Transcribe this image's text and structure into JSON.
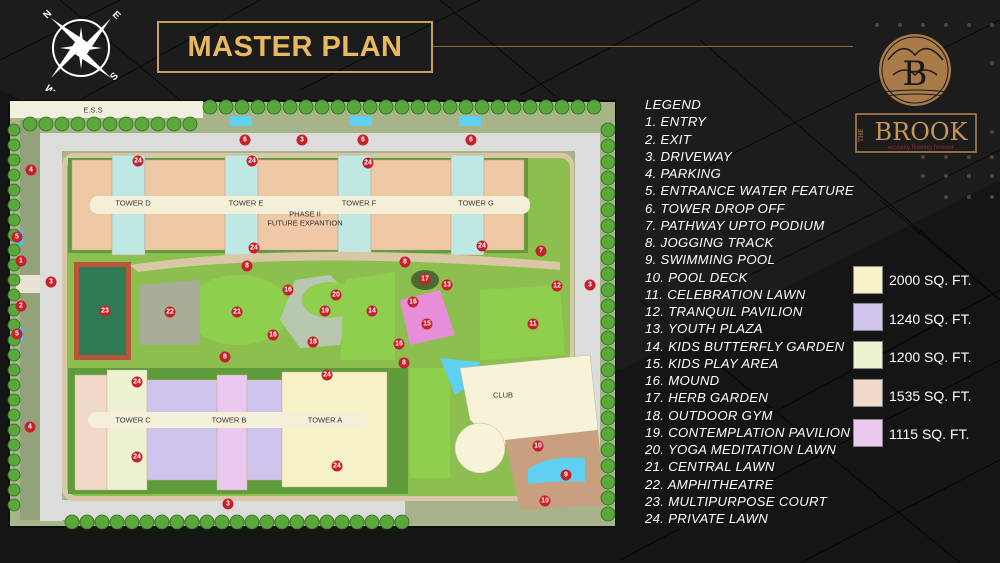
{
  "header": {
    "title": "MASTER PLAN"
  },
  "compass": {
    "n": "N",
    "e": "E",
    "s": "S",
    "w": "W"
  },
  "logo": {
    "prefix": "THE",
    "name": "BROOK",
    "tagline": "ecstasy flowing forever",
    "monogram": "B"
  },
  "plan": {
    "ess_label": "E.S.S",
    "towers": [
      "TOWER D",
      "TOWER E",
      "TOWER F",
      "TOWER G",
      "TOWER C",
      "TOWER B",
      "TOWER A"
    ],
    "phase_label": "PHASE II",
    "phase_sub": "FUTURE EXPANTION",
    "club_label": "CLUB",
    "markers": [
      "6",
      "3",
      "6",
      "6",
      "24",
      "24",
      "24",
      "4",
      "5",
      "1",
      "3",
      "2",
      "5",
      "24",
      "8",
      "23",
      "22",
      "21",
      "16",
      "16",
      "18",
      "8",
      "7",
      "24",
      "17",
      "13",
      "20",
      "19",
      "14",
      "16",
      "15",
      "11",
      "12",
      "3",
      "16",
      "8",
      "4",
      "24",
      "24",
      "24",
      "24",
      "8",
      "3",
      "10",
      "9",
      "10"
    ]
  },
  "legend": {
    "title": "LEGEND",
    "items": [
      "1. ENTRY",
      "2. EXIT",
      "3. DRIVEWAY",
      "4. PARKING",
      "5. ENTRANCE WATER FEATURE",
      "6. TOWER DROP OFF",
      "7. PATHWAY UPTO PODIUM",
      "8. JOGGING TRACK",
      "9. SWIMMING POOL",
      "10. POOL DECK",
      "11. CELEBRATION LAWN",
      "12. TRANQUIL PAVILION",
      "13. YOUTH PLAZA",
      "14. KIDS BUTTERFLY GARDEN",
      "15. KIDS PLAY AREA",
      "16. MOUND",
      "17. HERB GARDEN",
      "18. OUTDOOR GYM",
      "19. CONTEMPLATION PAVILION",
      "20. YOGA MEDITATION LAWN",
      "21. CENTRAL LAWN",
      "22. AMPHITHEATRE",
      "23. MULTIPURPOSE COURT",
      "24. PRIVATE LAWN"
    ]
  },
  "unit_key": [
    {
      "label": "2000 SQ. FT.",
      "color": "#f8f2c8"
    },
    {
      "label": "1240 SQ. FT.",
      "color": "#cfc4ee"
    },
    {
      "label": "1200 SQ. FT.",
      "color": "#edf2d2"
    },
    {
      "label": "1535 SQ. FT.",
      "color": "#f1d9c9"
    },
    {
      "label": "1115 SQ. FT.",
      "color": "#ebc9ef"
    }
  ],
  "colors": {
    "gold": "#e9b862",
    "marker": "#c8202a",
    "lawn": "#8cc34a",
    "road": "#d9d9d9"
  }
}
